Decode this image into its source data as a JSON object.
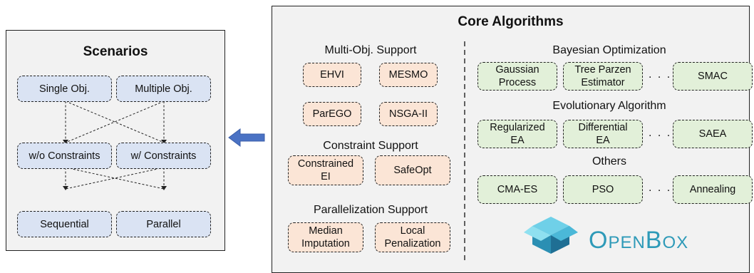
{
  "scenarios": {
    "title": "Scenarios",
    "single_obj": "Single Obj.",
    "multiple_obj": "Multiple Obj.",
    "wo_constraints": "w/o Constraints",
    "w_constraints": "w/ Constraints",
    "sequential": "Sequential",
    "parallel": "Parallel"
  },
  "core": {
    "title": "Core Algorithms",
    "multi_obj": {
      "heading": "Multi-Obj. Support",
      "items": [
        "EHVI",
        "MESMO",
        "ParEGO",
        "NSGA-II"
      ]
    },
    "constraint": {
      "heading": "Constraint Support",
      "items": [
        "Constrained\nEI",
        "SafeOpt"
      ]
    },
    "parallel": {
      "heading": "Parallelization Support",
      "items": [
        "Median\nImputation",
        "Local\nPenalization"
      ]
    },
    "bayesian": {
      "heading": "Bayesian Optimization",
      "items": [
        "Gaussian\nProcess",
        "Tree Parzen\nEstimator",
        "SMAC"
      ]
    },
    "evolutionary": {
      "heading": "Evolutionary Algorithm",
      "items": [
        "Regularized\nEA",
        "Differential\nEA",
        "SAEA"
      ]
    },
    "others": {
      "heading": "Others",
      "items": [
        "CMA-ES",
        "PSO",
        "Annealing"
      ]
    },
    "ellipsis": ". . .",
    "logo_text": "OpenBox",
    "logo_color": "#2e9ab8"
  },
  "colors": {
    "blue_box": "#dae3f3",
    "orange_box": "#fbe5d6",
    "green_box": "#e2f0d9",
    "arrow": "#4a72c4"
  }
}
